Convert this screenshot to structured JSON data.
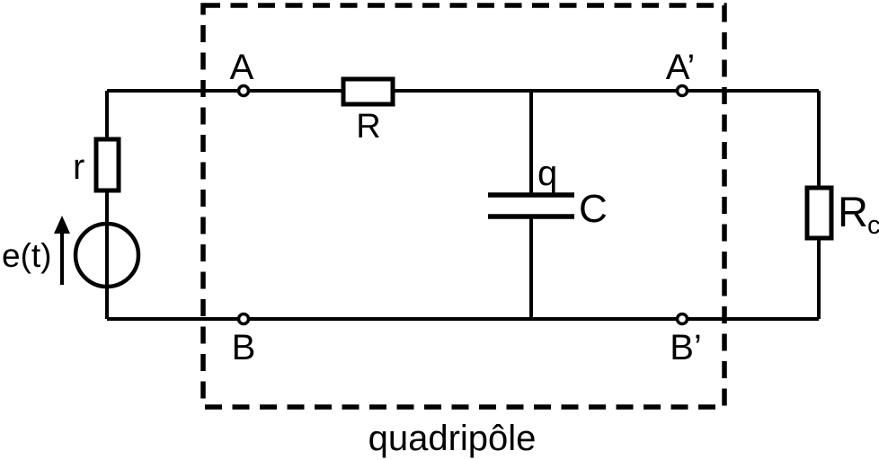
{
  "figure": {
    "caption": "quadripôle",
    "source": {
      "emf_label": "e(t)",
      "internal_resistance_label": "r"
    },
    "quadripole": {
      "series_resistor_label": "R",
      "capacitor_label": "C",
      "capacitor_charge_label": "q",
      "terminals": {
        "input_top": "A",
        "input_bottom": "B",
        "output_top": "A’",
        "output_bottom": "B’"
      }
    },
    "load": {
      "resistor_label": "R",
      "resistor_subscript": "c"
    },
    "colors": {
      "stroke": "#000000",
      "background": "#ffffff"
    }
  }
}
